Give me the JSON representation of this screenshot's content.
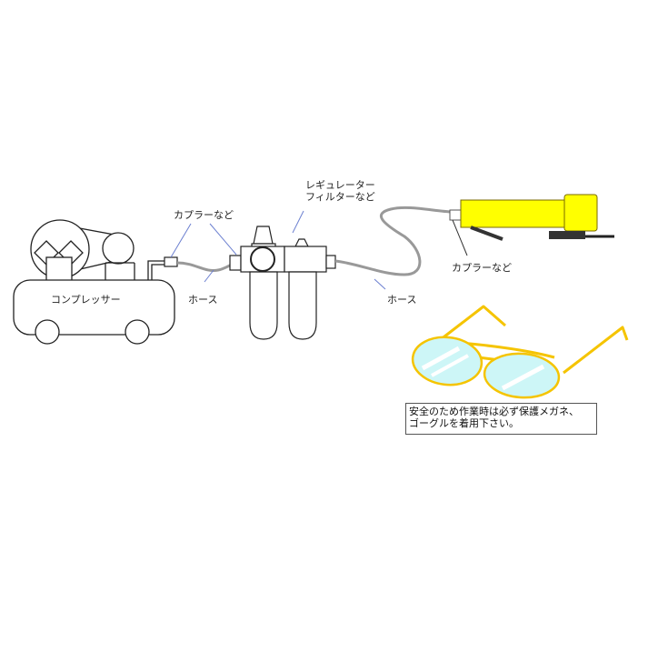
{
  "diagram": {
    "title": "",
    "labels": {
      "compressor": "コンプレッサー",
      "coupler_left": "カプラーなど",
      "hose_left": "ホース",
      "regulator_line1": "レギュレーター",
      "regulator_line2": "フィルターなど",
      "hose_right": "ホース",
      "coupler_right": "カプラーなど"
    },
    "safety_note": {
      "line1": "安全のため作業時は必ず保護メガネ、",
      "line2": "ゴーグルを着用下さい。"
    },
    "components": [
      {
        "id": "compressor",
        "name": "コンプレッサー"
      },
      {
        "id": "coupler-1",
        "name": "カプラーなど"
      },
      {
        "id": "hose-1",
        "name": "ホース"
      },
      {
        "id": "regulator-filter",
        "name": "レギュレーター フィルターなど"
      },
      {
        "id": "hose-2",
        "name": "ホース"
      },
      {
        "id": "coupler-2",
        "name": "カプラーなど"
      },
      {
        "id": "air-tool",
        "name": ""
      },
      {
        "id": "safety-glasses",
        "name": ""
      }
    ],
    "colors": {
      "outline": "#222222",
      "leader_line": "#6b7fd0",
      "hose": "#999999",
      "tool_body": "#ffff00",
      "tool_outline": "#8a7a00",
      "tool_dark": "#333333",
      "glasses_frame": "#f5c400",
      "glasses_lens": "#cdf6f7"
    }
  }
}
